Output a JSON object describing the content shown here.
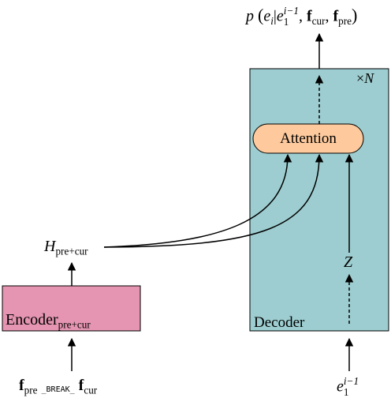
{
  "output": {
    "p": "p",
    "e": "e",
    "e_sub": "i",
    "e1": "e",
    "e1_sub": "1",
    "e1_sup": "i−1",
    "f_cur": "f",
    "f_cur_sub": "cur",
    "f_pre": "f",
    "f_pre_sub": "pre"
  },
  "decoder": {
    "label": "Decoder",
    "repeat_times": "×",
    "repeat_n": "N",
    "attention_label": "Attention",
    "z_label": "Z",
    "input_e": "e",
    "input_sub": "1",
    "input_sup": "i−1"
  },
  "encoder": {
    "label": "Encoder",
    "label_sub": "pre+cur",
    "input_f_pre": "f",
    "input_f_pre_sub": "pre",
    "break_token": "_BREAK_",
    "input_f_cur": "f",
    "input_f_cur_sub": "cur"
  },
  "hidden": {
    "H": "H",
    "H_sub": "pre+cur"
  },
  "colors": {
    "decoder_fill": "#9dcdd0",
    "encoder_fill": "#e595b1",
    "attention_fill": "#fdc99d"
  }
}
